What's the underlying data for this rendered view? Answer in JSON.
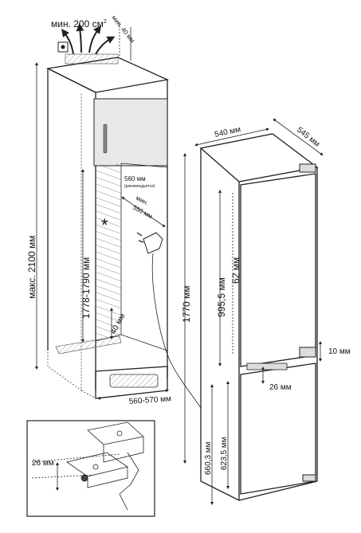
{
  "labels": {
    "vent_top": "мин. 200 см",
    "vent_top_sup": "2",
    "vent_gap": "мин. 40 мм",
    "height_max": "макс. 2100 мм",
    "niche_height": "1778-1790 мм",
    "niche_depth": "560 мм",
    "niche_depth_note": "(рекомендуется)",
    "niche_min_depth_1": "мин.",
    "niche_min_depth_2": "550 мм",
    "bottom_vent": "40 мм",
    "niche_width": "560-570 мм",
    "fridge_width": "540 мм",
    "fridge_depth": "545 мм",
    "fridge_height": "1770 мм",
    "upper_door": "995,5 мм",
    "hinge_offset": "62 мм",
    "hinge_gap": "10 мм",
    "hinge_drop": "26 мм",
    "lower_door_1": "660,3 мм",
    "lower_door_2": "623,5 мм",
    "detail_offset": "26 мм"
  },
  "icons": {
    "warning_mark": "*"
  }
}
